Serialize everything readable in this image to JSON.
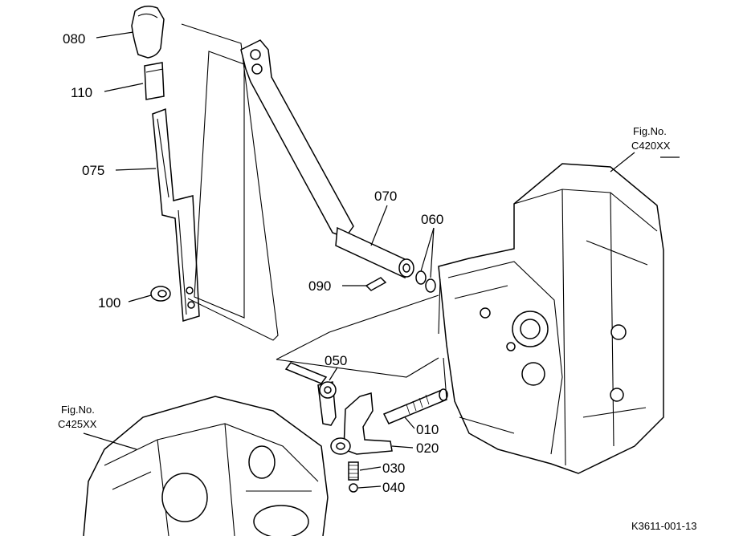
{
  "diagram": {
    "parts": [
      {
        "id": "080",
        "label": "080"
      },
      {
        "id": "110",
        "label": "110"
      },
      {
        "id": "075",
        "label": "075"
      },
      {
        "id": "100",
        "label": "100"
      },
      {
        "id": "070",
        "label": "070"
      },
      {
        "id": "060",
        "label": "060"
      },
      {
        "id": "090",
        "label": "090"
      },
      {
        "id": "050",
        "label": "050"
      },
      {
        "id": "010",
        "label": "010"
      },
      {
        "id": "020",
        "label": "020"
      },
      {
        "id": "030",
        "label": "030"
      },
      {
        "id": "040",
        "label": "040"
      }
    ],
    "fig_refs": [
      {
        "line1": "Fig.No.",
        "line2": "C420XX"
      },
      {
        "line1": "Fig.No.",
        "line2": "C425XX"
      }
    ],
    "drawing_code": "K3611-001-13"
  }
}
